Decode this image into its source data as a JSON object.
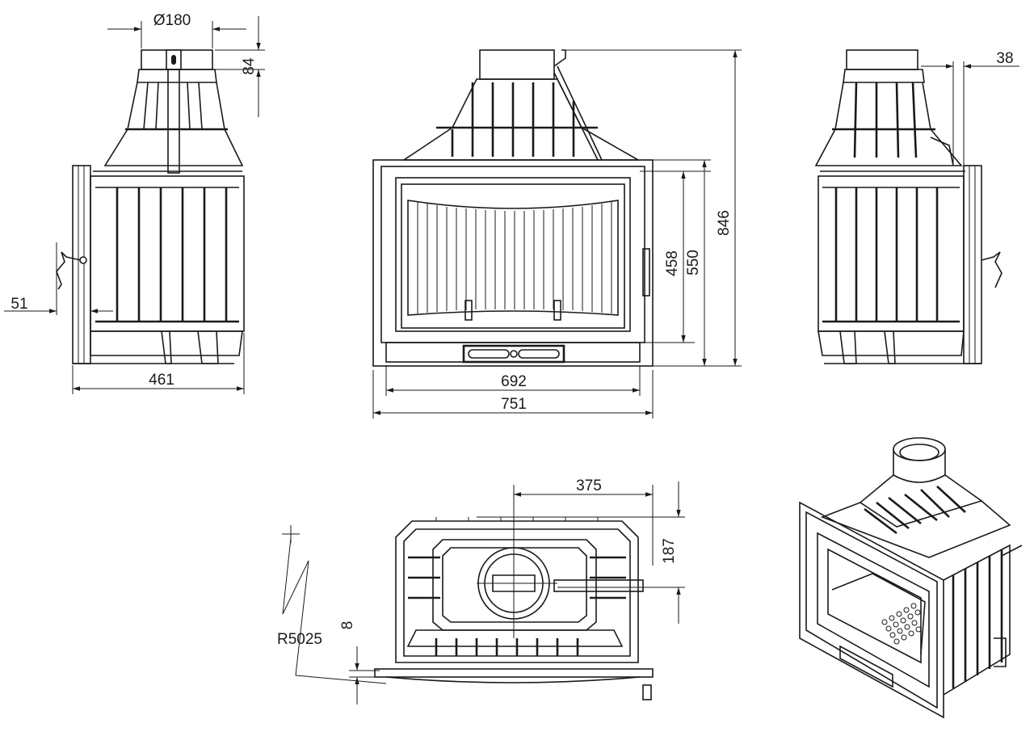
{
  "dimensions": {
    "flue_diameter": "Ø180",
    "collar_height": "84",
    "door_offset": "51",
    "side_depth": "461",
    "inner_width": "692",
    "total_width": "751",
    "opening_height": "458",
    "front_height": "550",
    "total_height": "846",
    "rear_offset": "38",
    "flue_offset_x": "375",
    "flue_offset_y": "187",
    "bottom_gap": "8",
    "radius": "R5025"
  }
}
